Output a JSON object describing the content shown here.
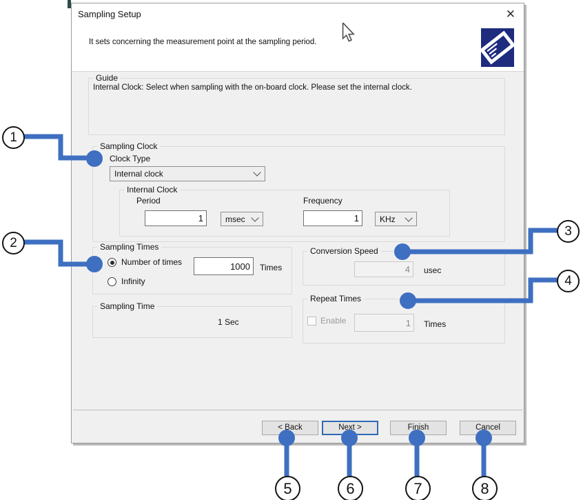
{
  "window": {
    "title": "Sampling Setup",
    "description": "It sets concerning the measurement point at the sampling period.",
    "close_glyph": "✕"
  },
  "guide": {
    "label": "Guide",
    "text": "Internal Clock: Select when sampling with the on-board clock. Please set the internal clock."
  },
  "sampling_clock": {
    "label": "Sampling Clock",
    "clock_type_label": "Clock Type",
    "clock_type_value": "Internal clock",
    "internal_clock": {
      "label": "Internal Clock",
      "period_label": "Period",
      "period_value": "1",
      "period_unit": "msec",
      "frequency_label": "Frequency",
      "frequency_value": "1",
      "frequency_unit": "KHz"
    }
  },
  "sampling_times": {
    "label": "Sampling Times",
    "number_of_times_label": "Number of times",
    "number_of_times_value": "1000",
    "times_unit": "Times",
    "infinity_label": "Infinity"
  },
  "sampling_time": {
    "label": "Sampling Time",
    "value": "1 Sec"
  },
  "conversion_speed": {
    "label": "Conversion Speed",
    "value": "4",
    "unit": "usec"
  },
  "repeat_times": {
    "label": "Repeat Times",
    "enable_label": "Enable",
    "value": "1",
    "unit": "Times"
  },
  "buttons": {
    "back": "< Back",
    "next": "Next >",
    "finish": "Finish",
    "cancel": "Cancel"
  },
  "callouts": {
    "c1": "1",
    "c2": "2",
    "c3": "3",
    "c4": "4",
    "c5": "5",
    "c6": "6",
    "c7": "7",
    "c8": "8"
  },
  "colors": {
    "accent_blue": "#3e6fc1",
    "logo_navy": "#1e2b7f",
    "focus_blue": "#2e69b8"
  }
}
